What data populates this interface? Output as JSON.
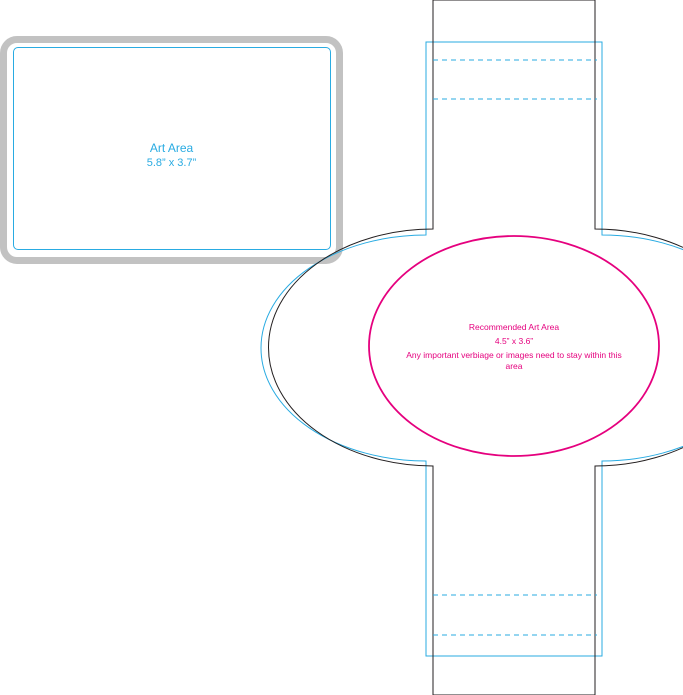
{
  "rect_template": {
    "title": "Art Area",
    "dimensions": "5.8” x 3.7”"
  },
  "band_template": {
    "oval_title": "Recommended Art Area",
    "oval_dimensions": "4.5” x 3.6”",
    "oval_note": "Any important verbiage or images need to stay within this area"
  },
  "colors": {
    "trim_gray": "#c2c2c2",
    "safe_blue": "#29abe2",
    "art_magenta": "#e5007e",
    "cut_black": "#231f20"
  }
}
